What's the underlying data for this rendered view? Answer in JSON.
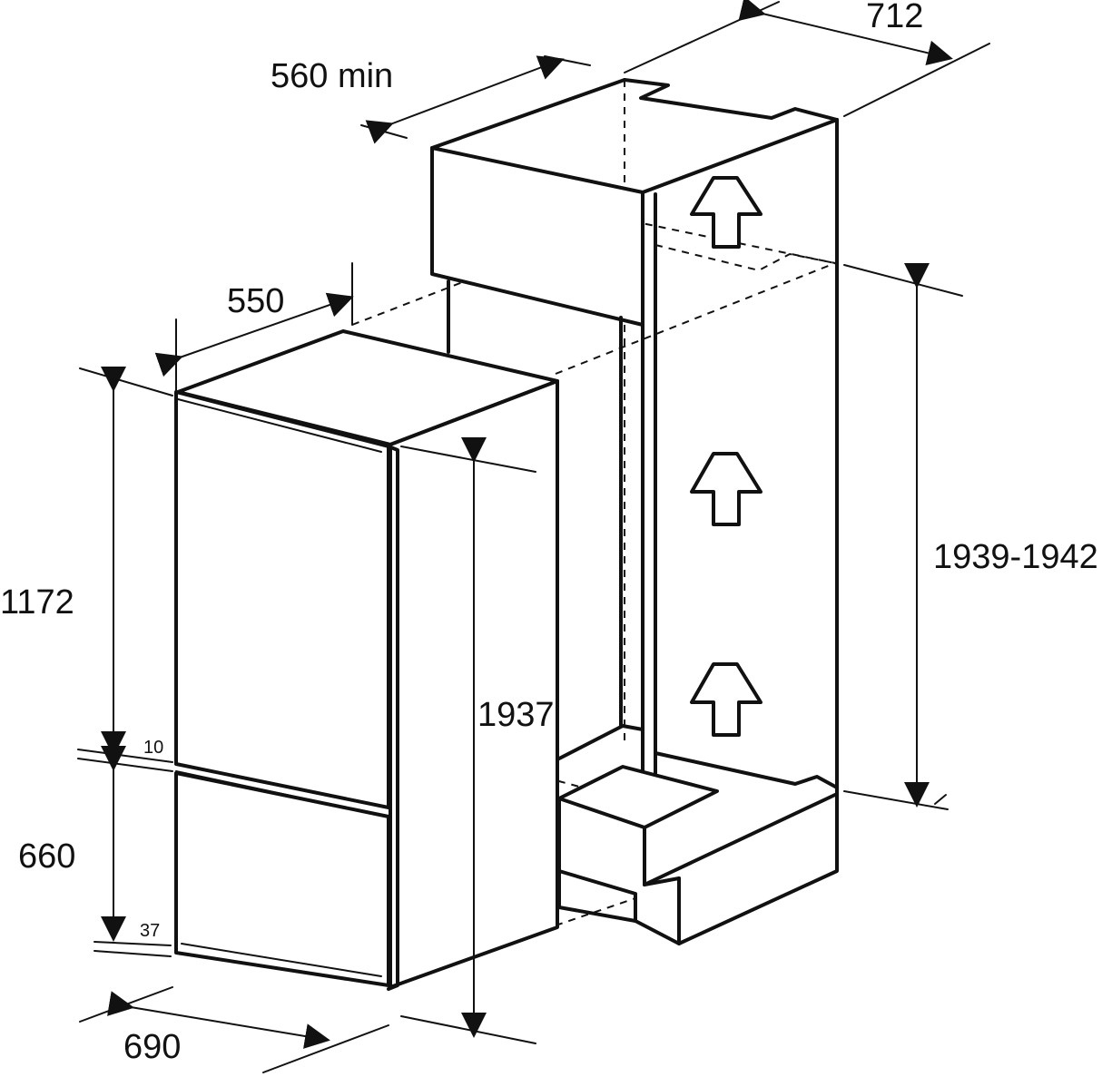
{
  "diagram": {
    "labels": {
      "depth_560_min": "560 min",
      "width_712": "712",
      "depth_550": "550",
      "height_1172": "1172",
      "height_1937": "1937",
      "height_1939_1942": "1939-1942",
      "gap_10": "10",
      "height_660": "660",
      "gap_37": "37",
      "width_690": "690"
    },
    "colors": {
      "line": "#111111",
      "background": "#ffffff"
    }
  }
}
